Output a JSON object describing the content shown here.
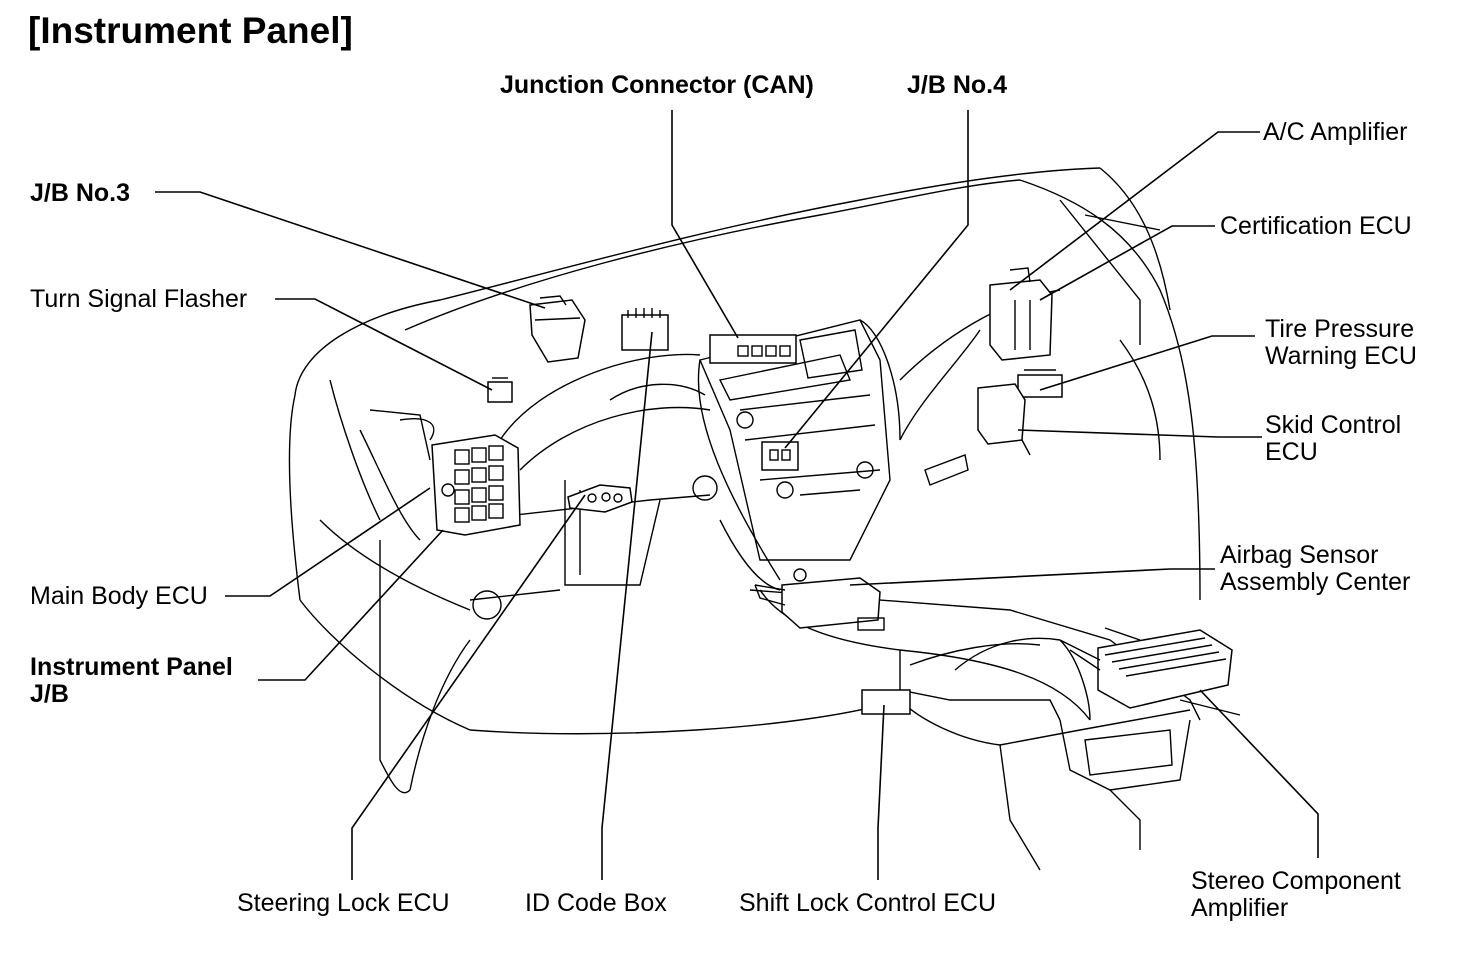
{
  "title": "[Instrument Panel]",
  "labels": {
    "junction_connector_can": "Junction Connector (CAN)",
    "jb_no4": "J/B No.4",
    "jb_no3": "J/B No.3",
    "turn_signal_flasher": "Turn Signal Flasher",
    "main_body_ecu": "Main Body ECU",
    "instrument_panel_jb_line1": "Instrument Panel",
    "instrument_panel_jb_line2": "J/B",
    "steering_lock_ecu": "Steering Lock ECU",
    "id_code_box": "ID Code Box",
    "shift_lock_control_ecu": "Shift Lock Control ECU",
    "stereo_component_amplifier_line1": "Stereo Component",
    "stereo_component_amplifier_line2": "Amplifier",
    "ac_amplifier": "A/C Amplifier",
    "certification_ecu": "Certification ECU",
    "tire_pressure_warning_ecu_line1": "Tire Pressure",
    "tire_pressure_warning_ecu_line2": "Warning ECU",
    "skid_control_ecu_line1": "Skid Control",
    "skid_control_ecu_line2": "ECU",
    "airbag_sensor_line1": "Airbag Sensor",
    "airbag_sensor_line2": "Assembly Center"
  }
}
